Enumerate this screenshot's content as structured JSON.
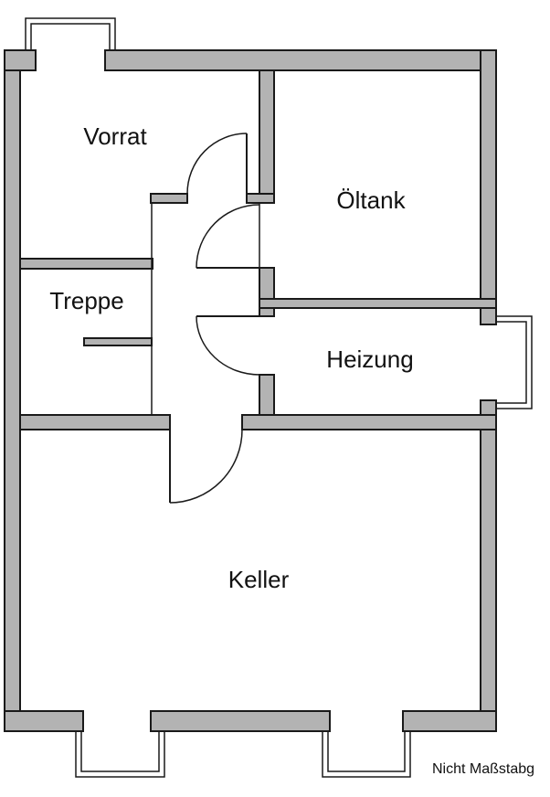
{
  "rooms": {
    "vorrat": "Vorrat",
    "oeltank": "Öltank",
    "treppe": "Treppe",
    "heizung": "Heizung",
    "keller": "Keller"
  },
  "note": "Nicht Maßstabg"
}
